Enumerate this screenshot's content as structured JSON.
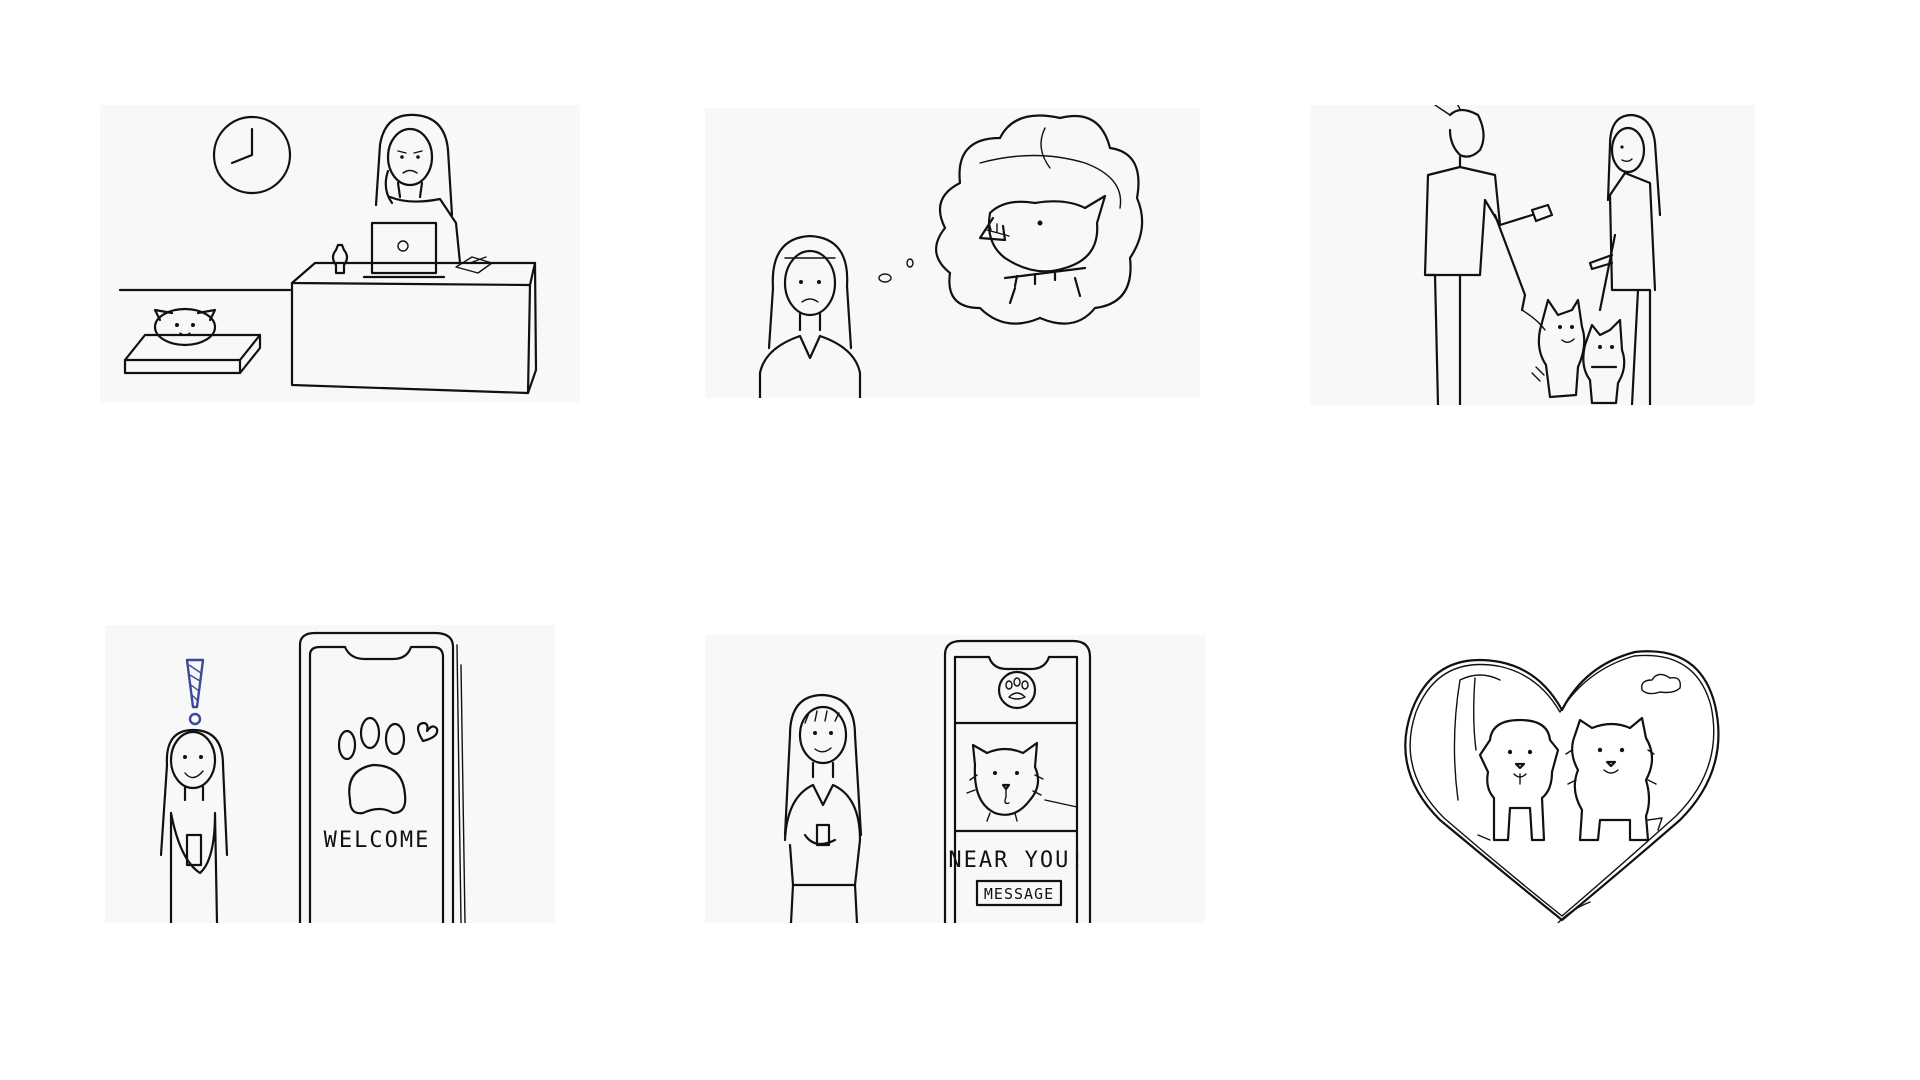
{
  "panels": [
    {
      "id": "office-worried"
    },
    {
      "id": "scared-thought"
    },
    {
      "id": "dog-meeting"
    },
    {
      "id": "app-welcome",
      "screen_text": "WELCOME"
    },
    {
      "id": "app-nearby",
      "screen_text": "NEAR YOU!",
      "button_label": "MESSAGE"
    },
    {
      "id": "heart-dogs"
    }
  ],
  "colors": {
    "ink": "#111111",
    "exclamation": "#3a4a9a",
    "background": "#ffffff"
  }
}
